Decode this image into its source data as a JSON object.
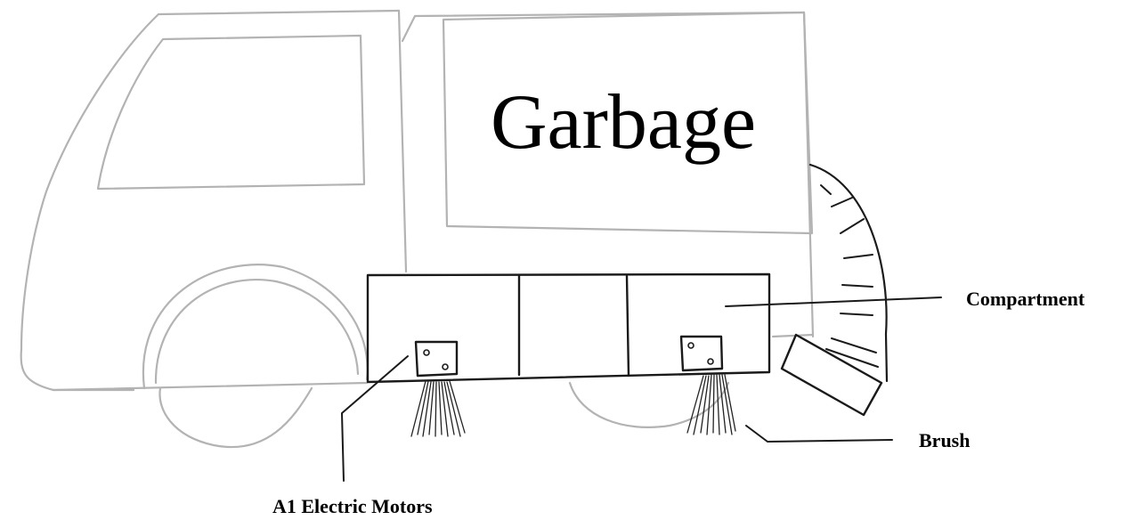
{
  "body_text": "Garbage",
  "labels": {
    "compartment": "Compartment",
    "brush": "Brush",
    "motors": "A1 Electric Motors"
  }
}
